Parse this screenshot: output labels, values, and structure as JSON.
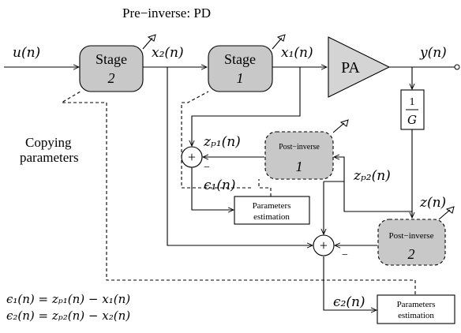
{
  "title": "Pre−inverse: PD",
  "signals": {
    "u": "u(n)",
    "x2": "x₂(n)",
    "x1": "x₁(n)",
    "y": "y(n)",
    "zp1": "zₚ₁(n)",
    "zp2": "zₚ₂(n)",
    "z": "z(n)",
    "e1": "ϵ₁(n)",
    "e2": "ϵ₂(n)"
  },
  "blocks": {
    "stage2": {
      "label": "Stage",
      "num": "2"
    },
    "stage1": {
      "label": "Stage",
      "num": "1"
    },
    "pa": "PA",
    "gain_num": "1",
    "gain_den": "G",
    "post1": {
      "label": "Post−inverse",
      "num": "1"
    },
    "post2": {
      "label": "Post−inverse",
      "num": "2"
    },
    "pe1": {
      "line1": "Parameters",
      "line2": "estimation"
    },
    "pe2": {
      "line1": "Parameters",
      "line2": "estimation"
    }
  },
  "signs": {
    "plus": "+",
    "minus": "−"
  },
  "copy_label": {
    "line1": "Copying",
    "line2": "parameters"
  },
  "equations": [
    "ϵ₁(n) = zₚ₁(n) − x₁(n)",
    "ϵ₂(n) = zₚ₂(n) − x₂(n)"
  ]
}
